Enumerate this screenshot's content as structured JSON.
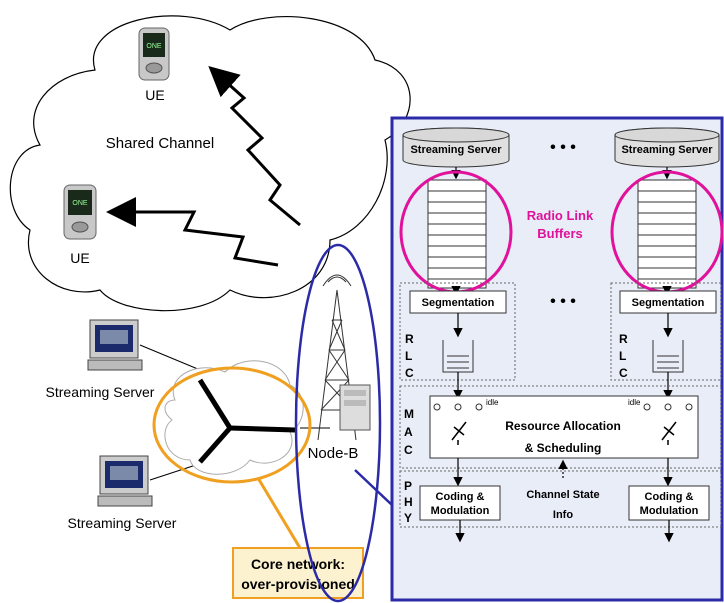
{
  "cloud": {
    "ue_top_label": "UE",
    "ue_left_label": "UE",
    "shared_channel_label": "Shared Channel"
  },
  "left": {
    "streaming_server_top": "Streaming Server",
    "streaming_server_bottom": "Streaming Server",
    "node_b_label": "Node-B"
  },
  "core_network": {
    "line1": "Core network:",
    "line2": "over-provisioned"
  },
  "detail": {
    "server_left": "Streaming Server",
    "server_right": "Streaming Server",
    "ellipsis_top": "• • •",
    "ellipsis_mid": "• • •",
    "radio_link_buffers_line1": "Radio Link",
    "radio_link_buffers_line2": "Buffers",
    "segmentation_left": "Segmentation",
    "segmentation_right": "Segmentation",
    "rlc_letters": [
      "R",
      "L",
      "C"
    ],
    "mac_letters": [
      "M",
      "A",
      "C"
    ],
    "phy_letters": [
      "P",
      "H",
      "Y"
    ],
    "idle_left": "idle",
    "idle_right": "idle",
    "resource_alloc_line1": "Resource Allocation",
    "resource_alloc_line2": "& Scheduling",
    "coding_left_line1": "Coding &",
    "coding_left_line2": "Modulation",
    "coding_right_line1": "Coding &",
    "coding_right_line2": "Modulation",
    "channel_state_line1": "Channel State",
    "channel_state_line2": "Info"
  },
  "colors": {
    "magenta": "#e0119b",
    "orange": "#f0a020",
    "blue": "#2b2ba8",
    "panel_bg": "#e8edf7",
    "core_box_bg": "#fdf2d0"
  }
}
